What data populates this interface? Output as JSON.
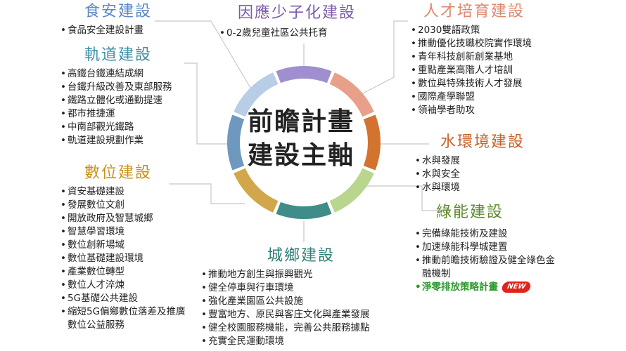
{
  "center": {
    "line1": "前瞻計畫",
    "line2": "建設主軸"
  },
  "sections": {
    "food": {
      "title": "食安建設",
      "color": "#5b87c4",
      "items": [
        "食品安全建設計畫"
      ]
    },
    "children": {
      "title": "因應少子化建設",
      "color": "#7b5aa8",
      "items": [
        "0-2歲兒童社區公共托育"
      ]
    },
    "talent": {
      "title": "人才培育建設",
      "color": "#e0876e",
      "items": [
        "2030雙語政策",
        "推動優化技職校院實作環境",
        "青年科技創新創業基地",
        "重點產業高階人才培訓",
        "數位與特殊技術人才發展",
        "國際產學聯盟",
        "領袖學者助攻"
      ]
    },
    "rail": {
      "title": "軌道建設",
      "color": "#3f8fa8",
      "items": [
        "高鐵台鐵連結成網",
        "台鐵升級改善及東部服務",
        "鐵路立體化或通勤提速",
        "都市推捷運",
        "中南部觀光鐵路",
        "軌道建設規劃作業"
      ]
    },
    "water": {
      "title": "水環境建設",
      "color": "#c9622a",
      "items": [
        "水與發展",
        "水與安全",
        "水與環境"
      ]
    },
    "digital": {
      "title": "數位建設",
      "color": "#c8921a",
      "items": [
        "資安基礎建設",
        "發展數位文創",
        "開放政府及智慧城鄉",
        "智慧學習環境",
        "數位創新場域",
        "數位基礎建設環境",
        "產業數位轉型",
        "數位人才淬煉",
        "5G基礎公共建設",
        "縮短5G偏鄉數位落差及推廣數位公益服務"
      ]
    },
    "green": {
      "title": "綠能建設",
      "color": "#5f8a2f",
      "items": [
        "完備綠能技術及建設",
        "加速綠能科學城建置",
        "推動前瞻技術驗證及健全綠色金融機制"
      ],
      "highlight_item": "淨零排放策略計畫",
      "badge": "NEW"
    },
    "urban": {
      "title": "城鄉建設",
      "color": "#2e7f78",
      "items": [
        "推動地方創生與振興觀光",
        "健全停車與行車環境",
        "強化產業園區公共設施",
        "豐富地方、原民與客庄文化與產業發展",
        "健全校園服務機能，完善公共服務據點",
        "充實全民運動環境"
      ]
    }
  },
  "ring": [
    {
      "key": "children",
      "color": "#a08fce"
    },
    {
      "key": "talent",
      "color": "#e8a08a"
    },
    {
      "key": "water",
      "color": "#d2742f"
    },
    {
      "key": "green",
      "color": "#b9d58e"
    },
    {
      "key": "urban",
      "color": "#3f8c88"
    },
    {
      "key": "digital",
      "color": "#d2a64a"
    },
    {
      "key": "rail",
      "color": "#6f98bf"
    },
    {
      "key": "food",
      "color": "#b8cde6"
    }
  ],
  "line_color": "#c8c8c8"
}
